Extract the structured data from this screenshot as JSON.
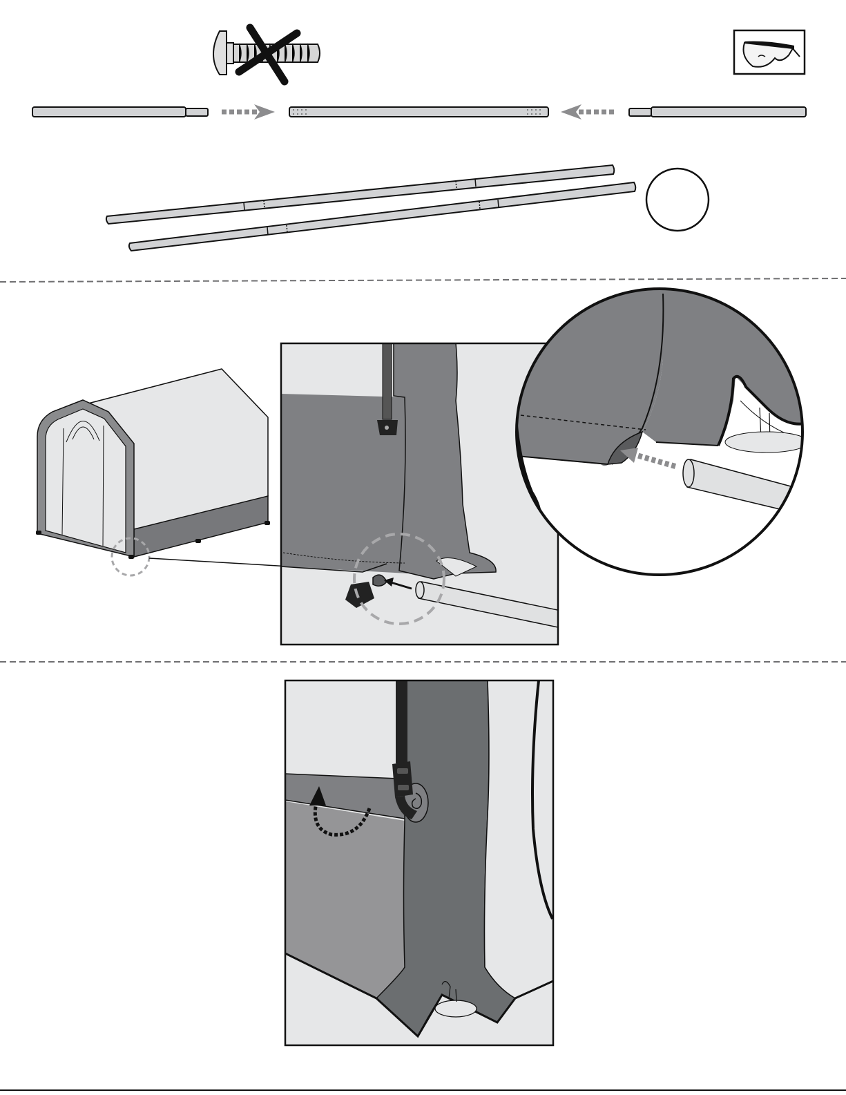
{
  "page": {
    "type": "assembly-instruction-page",
    "background": "#ffffff"
  },
  "colors": {
    "ink": "#111111",
    "pole_fill": "#d2d3d5",
    "arrow_gray": "#8c8c8e",
    "dashed_rule": "#6e6e70",
    "zoom_circle": "#a8a8aa",
    "cover_light": "#e6e7e8",
    "cover_mid": "#7f8083",
    "cover_dark": "#6b6e70",
    "cover_panel": "#959597",
    "frame_gray": "#8a8b8d"
  },
  "icons": {
    "no_bolt": "carriage-bolt-crossed-out-icon",
    "goggles": "safety-goggles-icon",
    "right_arrow": "dotted-right-arrow-icon",
    "left_arrow": "dotted-left-arrow-icon",
    "count_circle": "empty-quantity-circle-icon",
    "shelter": "shelter-overview-icon",
    "detail_box": "detail-callout-box",
    "magnifier": "magnified-detail-circle",
    "roll_up": "roll-up-rotation-arrow-icon"
  },
  "steps": [
    {
      "id": "assemble-poles",
      "parts": [
        "left-pole-section",
        "center-pole-section",
        "right-pole-section"
      ],
      "assembled_count": 2
    },
    {
      "id": "insert-pole-into-sleeve"
    },
    {
      "id": "roll-up-cover-and-buckle"
    }
  ]
}
